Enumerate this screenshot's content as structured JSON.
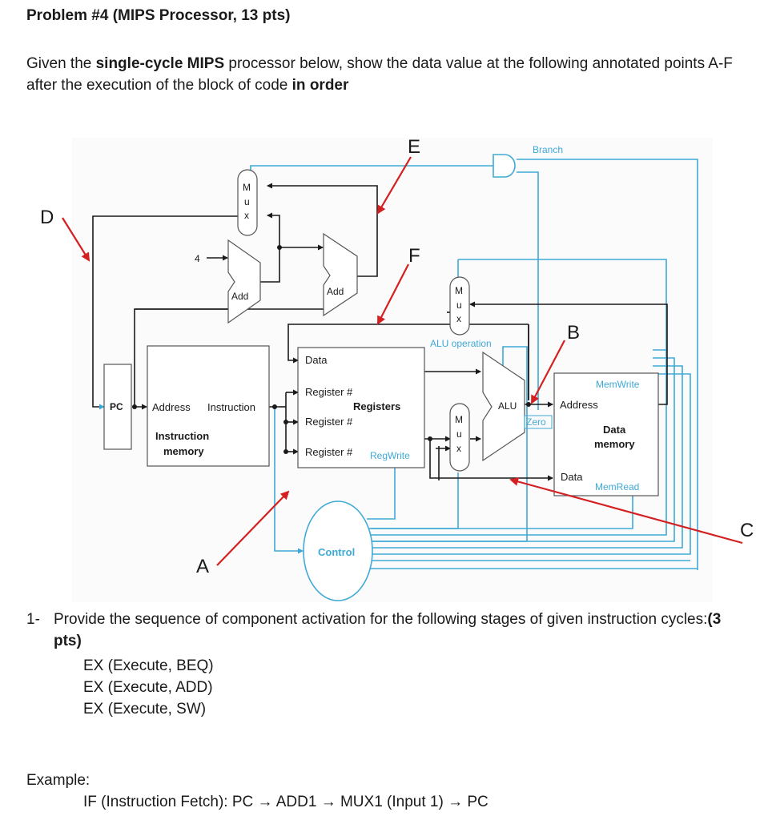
{
  "problem_title": "Problem #4 (MIPS Processor, 13 pts)",
  "intro": {
    "part1": "Given the ",
    "bold1": "single-cycle MIPS",
    "part2": " processor below, show the data value at the following annotated points A-F after the execution of the block of code ",
    "bold2": "in order"
  },
  "diagram": {
    "point_labels": {
      "A": "A",
      "B": "B",
      "C": "C",
      "D": "D",
      "E": "E",
      "F": "F"
    },
    "pc": "PC",
    "four": "4",
    "add": "Add",
    "mux_letters": [
      "M",
      "u",
      "x"
    ],
    "imem_address": "Address",
    "imem_instruction": "Instruction",
    "imem_name_1": "Instruction",
    "imem_name_2": "memory",
    "reg_data": "Data",
    "reg_number": "Register #",
    "registers": "Registers",
    "regwrite": "RegWrite",
    "alu": "ALU",
    "alu_operation": "ALU operation",
    "zero": "Zero",
    "branch": "Branch",
    "memwrite": "MemWrite",
    "dmem_address": "Address",
    "dmem_name_1": "Data",
    "dmem_name_2": "memory",
    "dmem_data": "Data",
    "memread": "MemRead",
    "control": "Control",
    "colors": {
      "wire": "#1a1a1a",
      "control": "#3fa9d6",
      "arrow": "#d42020"
    }
  },
  "question1": {
    "number": "1-",
    "text": "Provide the sequence of component activation for the following stages of given instruction cycles:",
    "points": "(3 pts)",
    "stages": [
      "EX (Execute, BEQ)",
      "EX (Execute, ADD)",
      "EX (Execute, SW)"
    ]
  },
  "example_label": "Example:",
  "example_text": "IF (Instruction Fetch): PC → ADD1 → MUX1 (Input 1) → PC"
}
